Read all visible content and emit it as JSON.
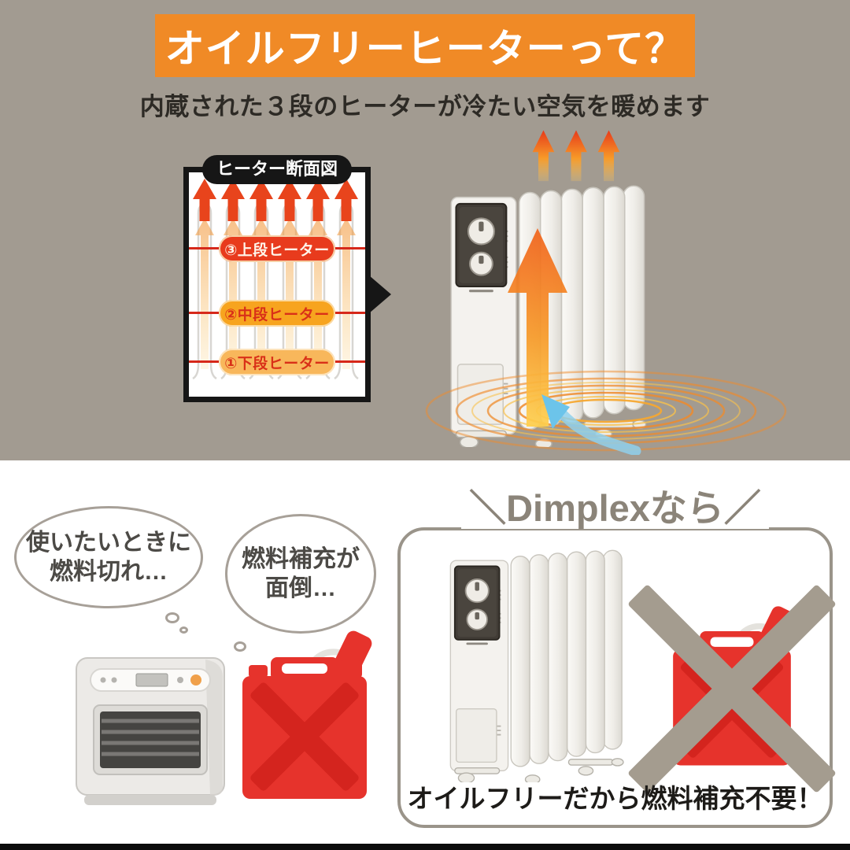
{
  "colors": {
    "top_background": "#a29b91",
    "banner_orange": "#f08a26",
    "heat_red": "#e8441c",
    "heat_orange": "#f7a41f",
    "heat_light_orange": "#f8b75b",
    "fuel_can_red": "#e6332c",
    "cold_air_blue": "#8fd0ec",
    "cross_gray": "#a49c8f",
    "box_border_gray": "#9a948a",
    "footer_black": "#0c0c0c"
  },
  "header": {
    "title": "オイルフリーヒーターって？",
    "subtitle": "内蔵された３段のヒーターが冷たい空気を暖めます"
  },
  "cutaway": {
    "label": "ヒーター断面図",
    "levels": [
      {
        "name": "③上段ヒーター"
      },
      {
        "name": "②中段ヒーター"
      },
      {
        "name": "①下段ヒーター"
      }
    ]
  },
  "complaints": {
    "bubble1": {
      "line1": "使いたいときに",
      "line2": "燃料切れ…"
    },
    "bubble2": {
      "line1": "燃料補充が",
      "line2": "面倒…"
    }
  },
  "solution": {
    "slash_left": "＼",
    "title": "Dimplexなら",
    "slash_right": "／",
    "caption": "オイルフリーだから燃料補充不要！"
  },
  "icons": {
    "rising_heat_arrows": "three orange up arrows",
    "heat_waves": "concentric orange ellipses",
    "cold_air_arrow": "blue curved up arrow",
    "no_fuel_cross": "✕"
  }
}
